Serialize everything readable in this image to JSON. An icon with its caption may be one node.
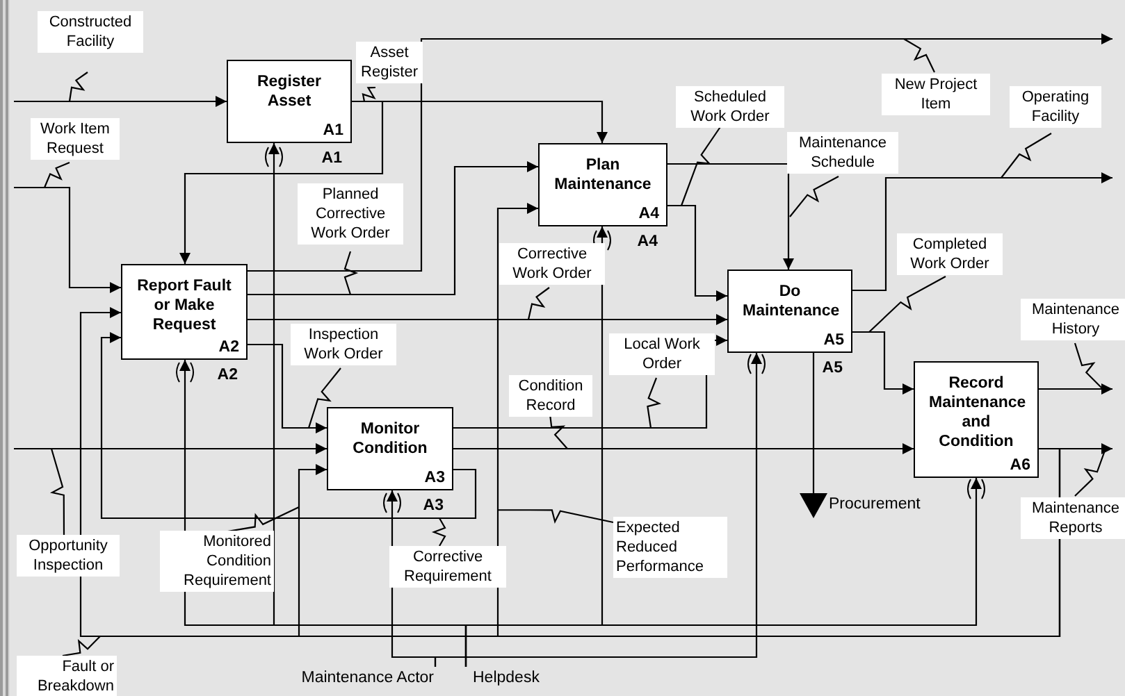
{
  "diagram": {
    "nodes": [
      {
        "text": [
          "Register Asset",
          "A1"
        ],
        "beside": [
          "A1"
        ]
      },
      {
        "text": [
          "Plan Maintenance",
          "A4"
        ],
        "beside": [
          "A4"
        ]
      },
      {
        "text": [
          "Report Fault or Make Request",
          "A2"
        ],
        "beside": [
          "A2"
        ]
      },
      {
        "text": [
          "Do Maintenance",
          "A5"
        ],
        "beside": [
          "A5"
        ]
      },
      {
        "text": [
          "Monitor Condition",
          "A3"
        ],
        "beside": [
          "A3"
        ]
      },
      {
        "text": [
          "Record Maintenance and Condition",
          "A6"
        ]
      },
      {
        "text": [
          "Procurement"
        ]
      },
      {
        "text": [
          "Maintenance Actor"
        ]
      },
      {
        "text": [
          "Helpdesk"
        ]
      }
    ],
    "edges": [
      {
        "from": null,
        "to": 0,
        "arrow": "to",
        "label": "Constructed Facility"
      },
      {
        "from": null,
        "to": 2,
        "arrow": "to",
        "label": "Work Item Request"
      },
      {
        "from": 0,
        "to": 2,
        "arrow": "to",
        "label": "Asset Register"
      },
      {
        "from": 0,
        "to": 1,
        "arrow": "to"
      },
      {
        "from": 2,
        "to": null,
        "arrow": "to",
        "label": "New Project Item"
      },
      {
        "from": 2,
        "to": 1,
        "arrow": "to",
        "label": "Planned Corrective Work Order"
      },
      {
        "from": 2,
        "to": 3,
        "arrow": "to",
        "label": "Corrective Work Order"
      },
      {
        "from": 2,
        "to": 4,
        "arrow": "to",
        "label": "Inspection Work Order"
      },
      {
        "from": null,
        "to": 4,
        "arrow": "to",
        "label": "Opportunity Inspection"
      },
      {
        "from": 1,
        "to": 3,
        "arrow": "to",
        "label": "Maintenance Schedule"
      },
      {
        "from": 1,
        "to": 3,
        "arrow": "to",
        "label": "Scheduled Work Order"
      },
      {
        "from": 4,
        "to": 3,
        "arrow": "to",
        "label": "Local Work Order"
      },
      {
        "from": 4,
        "to": 5,
        "arrow": "to",
        "label": "Condition Record"
      },
      {
        "from": 4,
        "to": 2,
        "arrow": "to",
        "label": "Corrective Requirement"
      },
      {
        "from": 3,
        "to": null,
        "arrow": "to",
        "label": "Operating Facility"
      },
      {
        "from": 3,
        "to": 5,
        "arrow": "to",
        "label": "Completed Work Order"
      },
      {
        "from": 3,
        "to": 6,
        "arrow": "to"
      },
      {
        "from": 5,
        "to": null,
        "arrow": "to",
        "label": "Maintenance History"
      },
      {
        "from": 5,
        "to": null,
        "arrow": "to",
        "label": "Maintenance Reports"
      },
      {
        "from": 5,
        "to": 2,
        "arrow": "to",
        "label": "Fault or Breakdown"
      },
      {
        "from": 5,
        "to": 4,
        "arrow": "to",
        "label": "Monitored Condition Requirement"
      },
      {
        "from": 5,
        "to": 1,
        "arrow": "to",
        "label": "Expected Reduced Performance"
      },
      {
        "from": 8,
        "to": 2,
        "arrow": "to"
      },
      {
        "from": 8,
        "to": 0,
        "arrow": "to"
      },
      {
        "from": 8,
        "to": 1,
        "arrow": "to"
      },
      {
        "from": 8,
        "to": 5,
        "arrow": "to"
      },
      {
        "from": 7,
        "to": 4,
        "arrow": "to"
      },
      {
        "from": 7,
        "to": 3,
        "arrow": "to"
      }
    ]
  }
}
